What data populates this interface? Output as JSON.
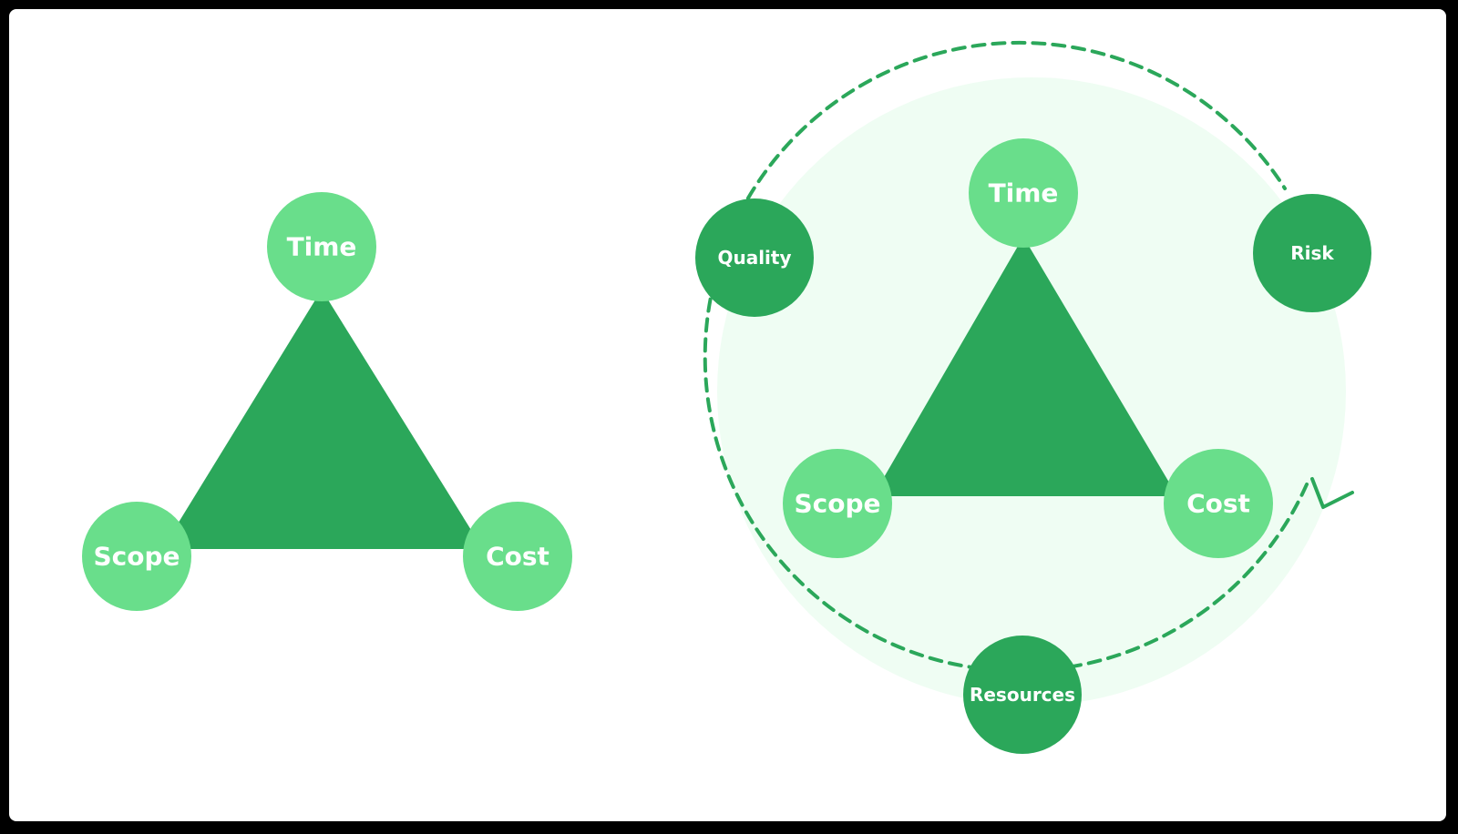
{
  "colors": {
    "background": "#000000",
    "canvas": "#ffffff",
    "triangle": "#2ba75a",
    "light_node": "#69de8b",
    "dark_node": "#2ba75a",
    "ring_fill": "#effdf3",
    "ring_stroke": "#2ba75a",
    "label": "#ffffff"
  },
  "left_diagram": {
    "time": "Time",
    "scope": "Scope",
    "cost": "Cost"
  },
  "right_diagram": {
    "time": "Time",
    "scope": "Scope",
    "cost": "Cost",
    "quality": "Quality",
    "risk": "Risk",
    "resources": "Resources"
  }
}
